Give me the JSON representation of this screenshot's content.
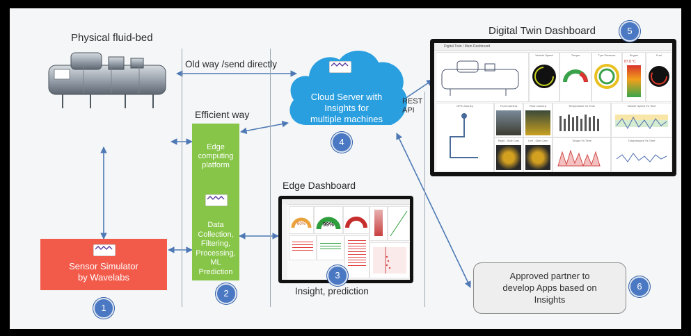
{
  "labels": {
    "physical": "Physical fluid-bed",
    "old_way": "Old way /send directly",
    "efficient": "Efficient way",
    "edge_platform": "Edge\ncomputing\nplatform",
    "edge_functions": "Data\nCollection,\nFiltering,\nProcessing,\nML\nPrediction",
    "sensor_sim": "Sensor Simulator\nby Wavelabs",
    "cloud": "Cloud Server with\nInsights for\nmultiple machines",
    "rest_api": "REST\nAPI",
    "digital_twin": "Digital Twin Dashboard",
    "edge_dashboard": "Edge Dashboard",
    "insight": "Insight, prediction",
    "partner": "Approved partner to\ndevelop Apps based on\nInsights",
    "logo_text": "wavelabs"
  },
  "badges": [
    "1",
    "2",
    "3",
    "4",
    "5",
    "6"
  ],
  "twin_dashboard": {
    "header": "Digital Twin / Main Dashboard",
    "panels": [
      "Vehicle Speed",
      "Torque",
      "Tyre Pressure",
      "Engine",
      "Fuel",
      "GPS Journey",
      "Front Camera",
      "Rear Camera",
      "Temperature Vs Time",
      "Vehicle Speed Vs Time",
      "Right - Side Cam",
      "Left - Side Cam",
      "Torque Vs Time",
      "Tyrepressure Vs Time"
    ],
    "engine_temp": "87.8 °C"
  },
  "edge_dash": {
    "gauge_values": [
      "60%",
      "99%"
    ]
  },
  "colors": {
    "cloud": "#2a9fe0",
    "edge_box": "#86c547",
    "sensor_box": "#f25a4a",
    "badge": "#4a78c2",
    "arrow": "#4e79b5"
  }
}
